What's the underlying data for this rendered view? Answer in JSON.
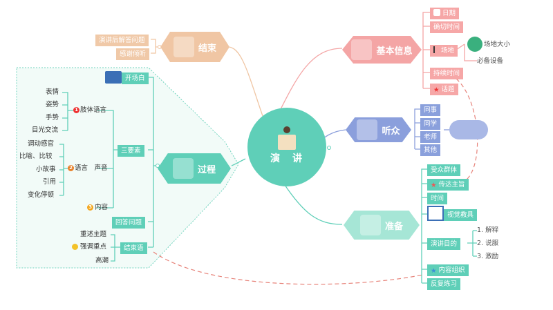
{
  "center": {
    "label": "演　讲"
  },
  "branches": {
    "basic": {
      "label": "基本信息",
      "items": [
        "日期",
        "确切时间",
        "场地",
        "持续时间",
        "话题"
      ],
      "venue_sub": [
        "场地大小",
        "必备设备"
      ]
    },
    "audience": {
      "label": "听众",
      "items": [
        "同事",
        "同学",
        "老师",
        "其他"
      ]
    },
    "prep": {
      "label": "准备",
      "items": [
        "受众群体",
        "传达主旨",
        "时间",
        "视觉教具",
        "演讲目的",
        "内容组织",
        "反复练习"
      ],
      "purpose_sub": [
        "1. 解释",
        "2. 说服",
        "3. 激励"
      ]
    },
    "end": {
      "label": "结束",
      "items": [
        "演讲后解答问题",
        "感谢倾听"
      ]
    },
    "process": {
      "label": "过程",
      "items": [
        "开场白",
        "三要素",
        "回答问题",
        "结束语"
      ],
      "three_elements": {
        "body_lang": {
          "label": "肢体语言",
          "num": "1",
          "items": [
            "表情",
            "姿势",
            "手势",
            "目光交流"
          ]
        },
        "voice": {
          "label": "语言　声音",
          "num": "2",
          "items": [
            "调动感官",
            "比喻、比较",
            "小故事",
            "引用",
            "变化停顿"
          ]
        },
        "content": {
          "label": "内容",
          "num": "3"
        }
      },
      "closing": [
        "重述主题",
        "强调重点",
        "高潮"
      ]
    }
  },
  "colors": {
    "teal": "#5fcfb8",
    "pink": "#f4a5a5",
    "blue": "#8b9fdc",
    "peach": "#f0c6a4",
    "dashed": "#e7837a"
  }
}
